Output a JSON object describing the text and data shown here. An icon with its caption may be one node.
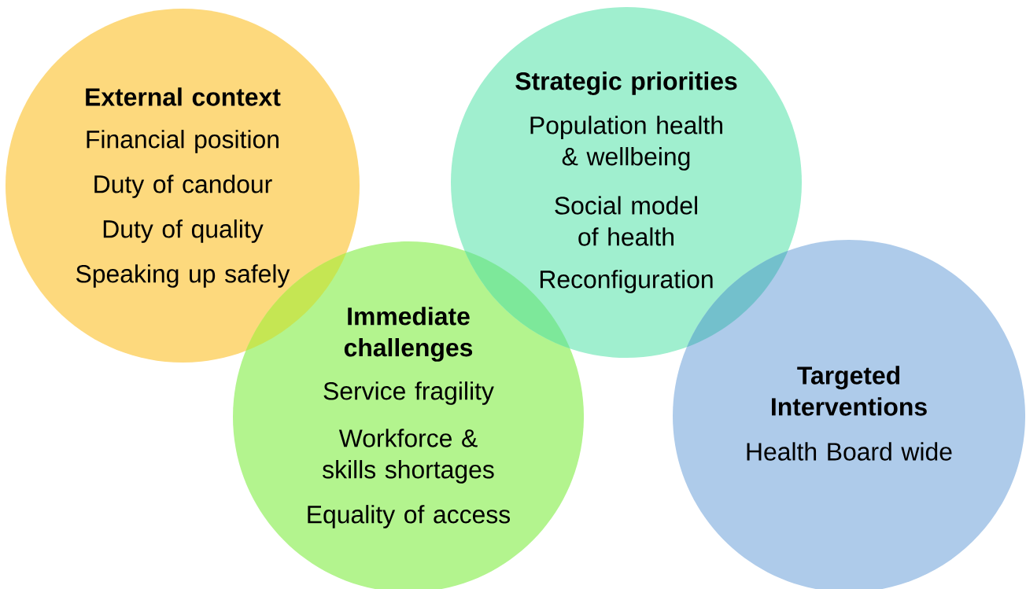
{
  "diagram": {
    "nodes": [
      {
        "text": [
          "External context",
          "Financial position",
          "Duty of candour",
          "Duty of quality",
          "Speaking up safely"
        ]
      },
      {
        "text": [
          "Immediate challenges",
          "Service fragility",
          "Workforce & skills shortages",
          "Equality of access"
        ]
      },
      {
        "text": [
          "Strategic priorities",
          "Population health & wellbeing",
          "Social model of health",
          "Reconfiguration"
        ]
      },
      {
        "text": [
          "Targeted Interventions",
          "Health Board wide"
        ]
      }
    ]
  }
}
